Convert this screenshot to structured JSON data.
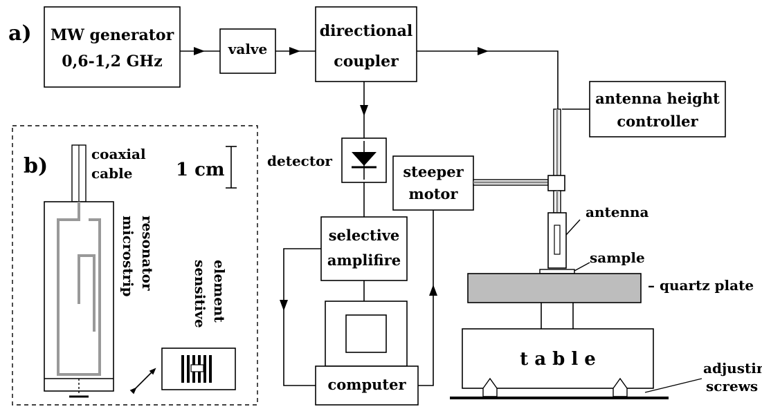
{
  "panel_a": {
    "label": "a)",
    "mw_generator": {
      "line1": "MW generator",
      "line2": "0,6-1,2 GHz"
    },
    "valve": "valve",
    "directional_coupler": {
      "line1": "directional",
      "line2": "coupler"
    },
    "detector": "detector",
    "steeper_motor": {
      "line1": "steeper",
      "line2": "motor"
    },
    "antenna_height_controller": {
      "line1": "antenna height",
      "line2": "controller"
    },
    "selective_amplifier": {
      "line1": "selective",
      "line2": "amplifire"
    },
    "computer": "computer",
    "antenna": "antenna",
    "sample": "sample",
    "quartz_plate": "– quartz plate",
    "table": "t a b l e",
    "adjusting_screws": {
      "line1": "adjusting",
      "line2": "screws"
    }
  },
  "panel_b": {
    "label": "b)",
    "coaxial_cable": {
      "line1": "coaxial",
      "line2": "cable"
    },
    "scale": "1 cm",
    "microstrip_resonator": {
      "line1": "microstrip",
      "line2": "resonator"
    },
    "sensitive_element": {
      "line1": "sensitive",
      "line2": "element"
    }
  },
  "colors": {
    "line": "#000000",
    "quartz": "#bdbdbd",
    "resonator_strip": "#999999"
  }
}
